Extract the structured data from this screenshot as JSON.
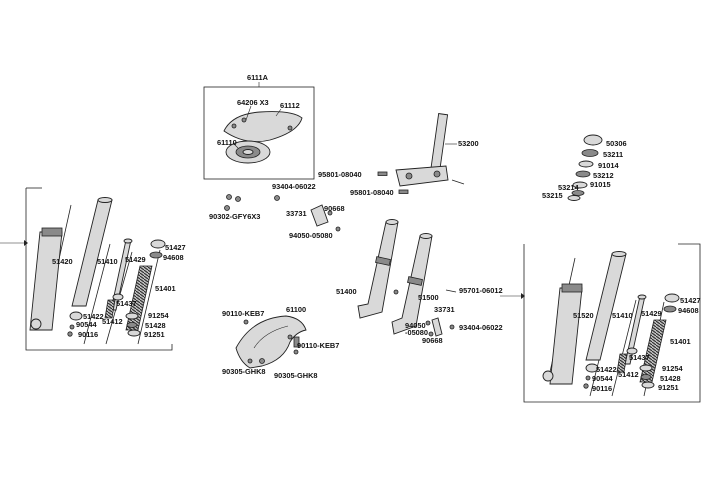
{
  "labels": {
    "l6111A": "6111A",
    "l64206": "64206 X3",
    "l61112": "61112",
    "l61110": "61110",
    "l53200": "53200",
    "l95801a": "95801-08040",
    "l95801b": "95801-08040",
    "l93404a": "93404-06022",
    "l90302": "90302-GFY6X3",
    "l33731a": "33731",
    "l90668a": "90668",
    "l94050a": "94050-05080",
    "l50306": "50306",
    "l53211": "53211",
    "l91014": "91014",
    "l53212": "53212",
    "l53214": "53214",
    "l91015": "91015",
    "l53215": "53215",
    "l51420": "51420",
    "l51410a": "51410",
    "l51429a": "51429",
    "l51427a": "51427",
    "l94608a": "94608",
    "l51401a": "51401",
    "l51437a": "51437",
    "l51422a": "51422",
    "l90544a": "90544",
    "l51412a": "51412",
    "l90116a": "90116",
    "l91254a": "91254",
    "l51428a": "51428",
    "l91251a": "91251",
    "l51400": "51400",
    "l51500": "51500",
    "l95701": "95701-06012",
    "l33731b": "33731",
    "l94050b": "94050",
    "l05080": "-05080",
    "l93404b": "93404-06022",
    "l90668b": "90668",
    "l90110a": "90110-KEB7",
    "l61100": "61100",
    "l90110b": "90110-KEB7",
    "l90305a": "90305-GHK8",
    "l90305b": "90305-GHK8",
    "l51520": "51520",
    "l51410b": "51410",
    "l51429b": "51429",
    "l51427b": "51427",
    "l94608b": "94608",
    "l51401b": "51401",
    "l51437b": "51437",
    "l51422b": "51422",
    "l90544b": "90544",
    "l51412b": "51412",
    "l90116b": "90116",
    "l91254b": "91254",
    "l51428b": "51428",
    "l91251b": "91251"
  }
}
